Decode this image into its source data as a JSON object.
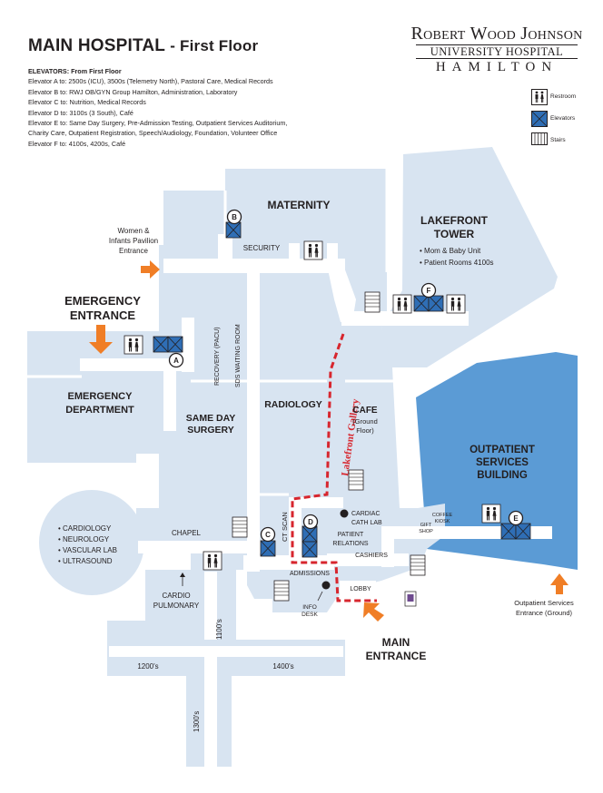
{
  "header": {
    "title": "MAIN HOSPITAL",
    "subtitle": "- First Floor"
  },
  "logo": {
    "line1": "Robert Wood Johnson",
    "line2": "UNIVERSITY HOSPITAL",
    "line3": "HAMILTON"
  },
  "elevators": {
    "heading": "ELEVATORS: From First Floor",
    "lines": [
      "Elevator A to: 2500s (ICU), 3500s (Telemetry North), Pastoral Care, Medical Records",
      "Elevator B to: RWJ OB/GYN Group Hamilton, Administration, Laboratory",
      "Elevator C to: Nutrition, Medical Records",
      "Elevator D to: 3100s (3 South), Café",
      "Elevator E to: Same Day Surgery, Pre-Admission Testing, Outpatient Services Auditorium,",
      "Charity Care, Outpatient Registration, Speech/Audiology, Foundation, Volunteer Office",
      "Elevator F to: 4100s, 4200s, Café"
    ]
  },
  "legend": {
    "restroom": "Restroom",
    "elevators": "Elevators",
    "stairs": "Stairs"
  },
  "colors": {
    "corridor": "#ffffff",
    "building": "#d8e4f1",
    "outline": "#ffffff",
    "outpatient": "#5b9bd5",
    "elevator": "#2f6eb5",
    "arrow": "#f07e26",
    "gallery_path": "#d7262e"
  },
  "map": {
    "maternity": "MATERNITY",
    "security": "SECURITY",
    "women_infants_1": "Women &",
    "women_infants_2": "Infants Pavilion",
    "women_infants_3": "Entrance",
    "emergency_entrance_1": "EMERGENCY",
    "emergency_entrance_2": "ENTRANCE",
    "emergency_department_1": "EMERGENCY",
    "emergency_department_2": "DEPARTMENT",
    "recovery": "RECOVERY (PACU)",
    "sds_waiting": "SDS WAITING ROOM",
    "same_day_surgery_1": "SAME DAY",
    "same_day_surgery_2": "SURGERY",
    "radiology": "RADIOLOGY",
    "lakefront_gallery": "Lakefront Gallery",
    "cafe": "CAFE",
    "cafe_sub_1": "(Ground",
    "cafe_sub_2": "Floor)",
    "lakefront_tower_1": "LAKEFRONT",
    "lakefront_tower_2": "TOWER",
    "tower_bullets": [
      "• Mom & Baby Unit",
      "• Patient Rooms 4100s"
    ],
    "outpatient_1": "OUTPATIENT",
    "outpatient_2": "SERVICES",
    "outpatient_3": "BUILDING",
    "outpatient_entrance_1": "Outpatient Services",
    "outpatient_entrance_2": "Entrance (Ground)",
    "circle_items": [
      "• CARDIOLOGY",
      "• NEUROLOGY",
      "• VASCULAR LAB",
      "• ULTRASOUND"
    ],
    "chapel": "CHAPEL",
    "ct_scan": "CT SCAN",
    "cardiac_cath_1": "CARDIAC",
    "cardiac_cath_2": "CATH LAB",
    "patient_relations_1": "PATIENT",
    "patient_relations_2": "RELATIONS",
    "cashiers": "CASHIERS",
    "coffee_kiosk_1": "COFFEE",
    "coffee_kiosk_2": "KIOSK",
    "gift_shop_1": "GIFT",
    "gift_shop_2": "SHOP",
    "admissions": "ADMISSIONS",
    "info_desk_1": "INFO",
    "info_desk_2": "DESK",
    "lobby": "LOBBY",
    "main_entrance_1": "MAIN",
    "main_entrance_2": "ENTRANCE",
    "cardio_pulmonary_1": "CARDIO",
    "cardio_pulmonary_2": "PULMONARY",
    "wing_1100": "1100's",
    "wing_1200": "1200's",
    "wing_1400": "1400's",
    "wing_1300": "1300's",
    "elevator_letters": [
      "A",
      "B",
      "C",
      "D",
      "E",
      "F"
    ]
  }
}
